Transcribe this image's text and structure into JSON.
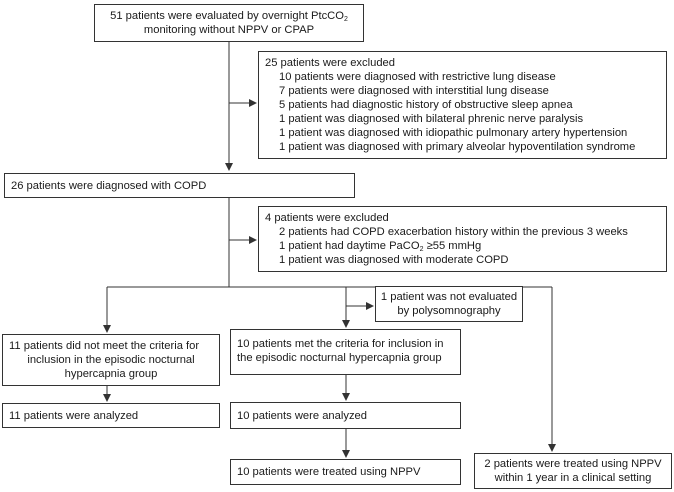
{
  "boxes": {
    "initial": {
      "line1": "51 patients were evaluated by overnight PtcCO",
      "line1_sub": "2",
      "line2": "monitoring without NPPV or CPAP"
    },
    "excluded1": {
      "heading": "25 patients were excluded",
      "items": [
        "10 patients were diagnosed with restrictive lung disease",
        "7 patients were diagnosed with interstitial lung disease",
        "5 patients had diagnostic history of obstructive sleep apnea",
        "1 patient was diagnosed with bilateral phrenic nerve paralysis",
        "1 patient was diagnosed with idiopathic pulmonary artery hypertension",
        "1 patient was diagnosed with primary alveolar hypoventilation syndrome"
      ]
    },
    "copd": {
      "text": "26 patients were diagnosed with COPD"
    },
    "excluded2": {
      "heading": "4 patients were excluded",
      "item1": "2 patients had COPD exacerbation history within the previous 3 weeks",
      "item2_pre": "1 patient had daytime PaCO",
      "item2_sub": "2",
      "item2_post": " ≥55 mmHg",
      "item3": "1 patient was diagnosed with moderate COPD"
    },
    "not_evaluated": {
      "line1": "1 patient was not evaluated",
      "line2": "by polysomnography"
    },
    "did_not_meet": {
      "line1": "11 patients did not meet the criteria for",
      "line2": "inclusion in the episodic nocturnal",
      "line3": "hypercapnia group"
    },
    "met": {
      "line1": "10 patients met the criteria for inclusion in",
      "line2": "the episodic nocturnal hypercapnia group"
    },
    "analyzed11": {
      "text": "11 patients were analyzed"
    },
    "analyzed10": {
      "text": "10 patients were analyzed"
    },
    "treated10": {
      "text": "10 patients were treated using NPPV"
    },
    "treated2": {
      "line1": "2 patients were treated using NPPV",
      "line2": "within 1 year in a clinical setting"
    }
  }
}
